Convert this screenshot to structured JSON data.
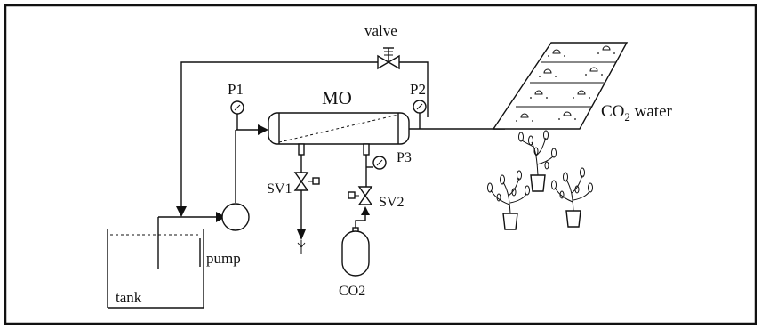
{
  "labels": {
    "valve": "valve",
    "p1": "P1",
    "p2": "P2",
    "p3": "P3",
    "mo": "MO",
    "co2_water_prefix": "CO",
    "co2_water_sub": "2",
    "co2_water_suffix": " water",
    "sv1": "SV1",
    "sv2": "SV2",
    "pump": "pump",
    "tank": "tank",
    "co2_cylinder": "CO2"
  }
}
